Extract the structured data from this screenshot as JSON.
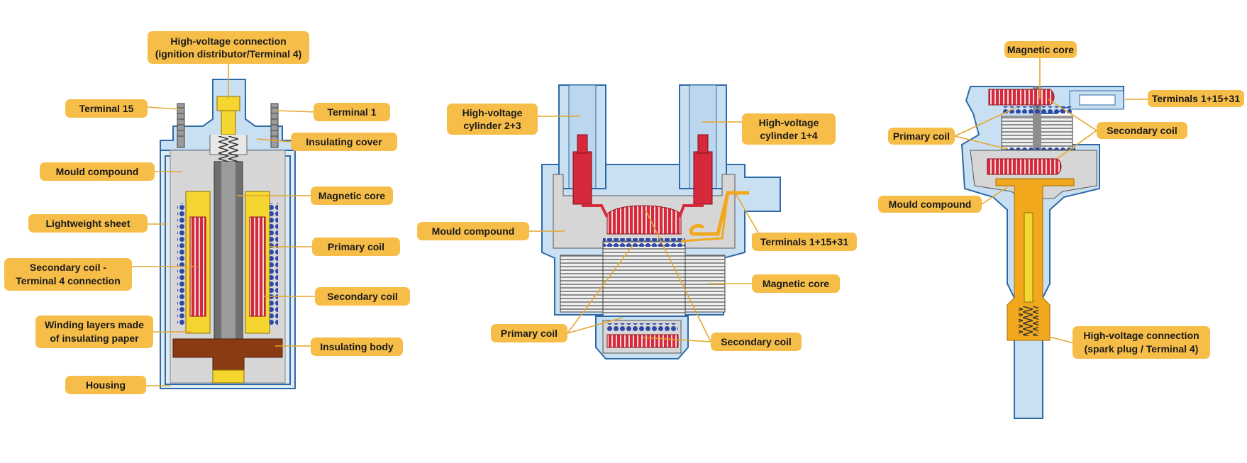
{
  "colors": {
    "label_fill": "#f6bd49",
    "leader": "#e3a72f",
    "housing_blue": "#c9e0f2",
    "outline_blue": "#2d6aa8",
    "mould_gray": "#d6d6d6",
    "core_gray": "#707070",
    "winding_red": "#d62a3c",
    "winding_yellow": "#f5d631",
    "wire_blue": "#2f48a6",
    "insulator_brown": "#8a3b14",
    "orange": "#f2a81c"
  },
  "diagram_left": {
    "labels": {
      "hv_connection_1": "High-voltage connection",
      "hv_connection_2": "(ignition distributor/Terminal 4)",
      "terminal_15": "Terminal 15",
      "terminal_1": "Terminal 1",
      "insulating_cover": "Insulating cover",
      "mould_compound": "Mould compound",
      "magnetic_core": "Magnetic core",
      "lightweight_sheet": "Lightweight sheet",
      "primary_coil": "Primary coil",
      "secondary_coil_t4_1": "Secondary coil -",
      "secondary_coil_t4_2": "Terminal 4 connection",
      "secondary_coil": "Secondary coil",
      "winding_layers_1": "Winding layers made",
      "winding_layers_2": "of insulating paper",
      "insulating_body": "Insulating body",
      "housing": "Housing"
    }
  },
  "diagram_middle": {
    "labels": {
      "hv_cyl_23_1": "High-voltage",
      "hv_cyl_23_2": "cylinder 2+3",
      "hv_cyl_14_1": "High-voltage",
      "hv_cyl_14_2": "cylinder 1+4",
      "mould_compound": "Mould compound",
      "terminals": "Terminals 1+15+31",
      "magnetic_core": "Magnetic core",
      "primary_coil": "Primary coil",
      "secondary_coil": "Secondary coil"
    }
  },
  "diagram_right": {
    "labels": {
      "magnetic_core": "Magnetic core",
      "terminals": "Terminals 1+15+31",
      "primary_coil": "Primary coil",
      "secondary_coil": "Secondary coil",
      "mould_compound": "Mould compound",
      "hv_connection_1": "High-voltage connection",
      "hv_connection_2": "(spark plug / Terminal 4)"
    }
  }
}
